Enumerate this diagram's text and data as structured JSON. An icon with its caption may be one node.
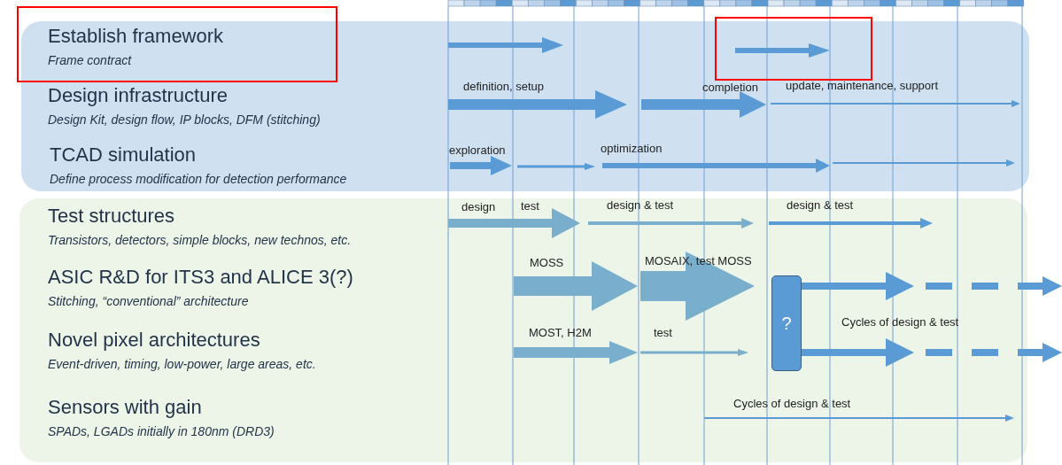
{
  "diagram": {
    "nodes": [
      {
        "text": [],
        "shape": "box"
      },
      {
        "text": [
          "Establish framework",
          "Frame contract"
        ],
        "in": 0
      },
      {
        "text": [
          "Design infrastructure",
          "Design Kit, design flow, IP blocks, DFM (stitching)"
        ],
        "in": 0
      },
      {
        "text": [
          "TCAD simulation",
          "Define process modification for detection performance"
        ],
        "in": 0
      },
      {
        "text": [],
        "shape": "box"
      },
      {
        "text": [
          "Test structures",
          "Transistors, detectors, simple blocks, new technos, etc."
        ],
        "in": 4
      },
      {
        "text": [
          "ASIC R&D for ITS3 and ALICE 3(?)",
          "Stitching, “conventional” architecture"
        ],
        "in": 4
      },
      {
        "text": [
          "Novel pixel architectures",
          "Event-driven, timing, low-power, large areas, etc."
        ],
        "in": 4
      },
      {
        "text": [
          "Sensors with gain",
          "SPADs, LGADs initially in 180nm (DRD3)"
        ],
        "in": 4
      },
      {
        "text": [
          "?"
        ],
        "in": 4
      }
    ],
    "edges": [
      {
        "from": 9,
        "to": null,
        "arrow": "to"
      },
      {
        "from": 9,
        "to": null,
        "arrow": "to"
      }
    ],
    "labels": [
      "definition, setup",
      "completion",
      "update, maintenance, support",
      "exploration",
      "optimization",
      "design",
      "test",
      "design & test",
      "design & test",
      "MOSS",
      "MOSAIX, test MOSS",
      "Cycles of design & test",
      "MOST, H2M",
      "test",
      "Cycles of design & test"
    ]
  }
}
